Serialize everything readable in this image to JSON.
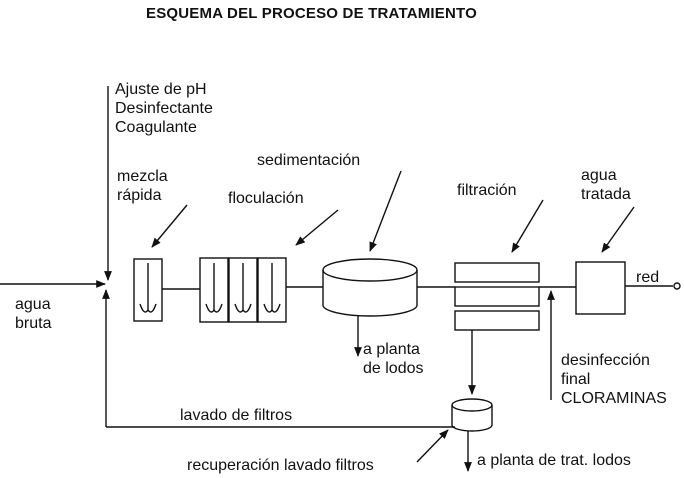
{
  "title": "ESQUEMA DEL PROCESO DE TRATAMIENTO",
  "labels": {
    "chemicals": "Ajuste de pH\nDesinfectante\nCoagulante",
    "rapid_mix": "mezcla\nrápida",
    "flocculation": "floculación",
    "sedimentation": "sedimentación",
    "filtration": "filtración",
    "treated_water": "agua\ntratada",
    "network": "red",
    "raw_water": "agua\nbruta",
    "sludge_plant": "a planta\nde lodos",
    "final_disinfection": "desinfección\nfinal\nCLORAMINAS",
    "filter_wash": "lavado de filtros",
    "wash_recovery": "recuperación lavado filtros",
    "treatment_sludge": "a planta de trat. lodos"
  }
}
